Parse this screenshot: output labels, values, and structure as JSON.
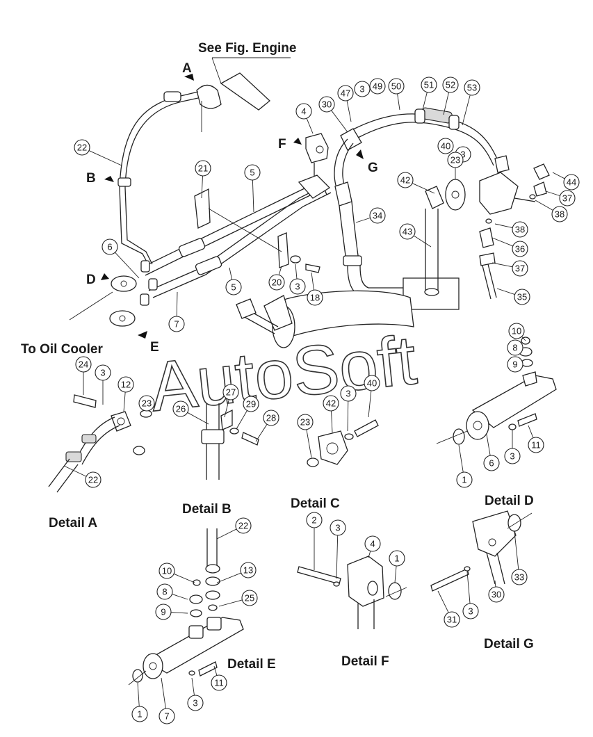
{
  "labels": {
    "see_fig_engine": "See Fig. Engine",
    "to_oil_cooler": "To Oil Cooler",
    "watermark": "AutoSoft"
  },
  "views": {
    "A": "A",
    "B": "B",
    "D": "D",
    "E": "E",
    "F": "F",
    "G": "G"
  },
  "details": {
    "a": "Detail A",
    "b": "Detail B",
    "c": "Detail C",
    "d": "Detail D",
    "e": "Detail E",
    "f": "Detail F",
    "g": "Detail G"
  },
  "callouts": [
    "22",
    "4",
    "30",
    "47",
    "3",
    "49",
    "50",
    "51",
    "52",
    "53",
    "40",
    "3",
    "23",
    "42",
    "21",
    "5",
    "44",
    "37",
    "38",
    "34",
    "38",
    "36",
    "6",
    "43",
    "37",
    "20",
    "3",
    "18",
    "5",
    "35",
    "7",
    "24",
    "3",
    "12",
    "23",
    "10",
    "8",
    "9",
    "26",
    "27",
    "29",
    "28",
    "40",
    "3",
    "42",
    "23",
    "22",
    "11",
    "3",
    "1",
    "6",
    "22",
    "2",
    "3",
    "4",
    "1",
    "10",
    "13",
    "8",
    "25",
    "9",
    "33",
    "30",
    "31",
    "3",
    "1",
    "7",
    "3",
    "11"
  ]
}
